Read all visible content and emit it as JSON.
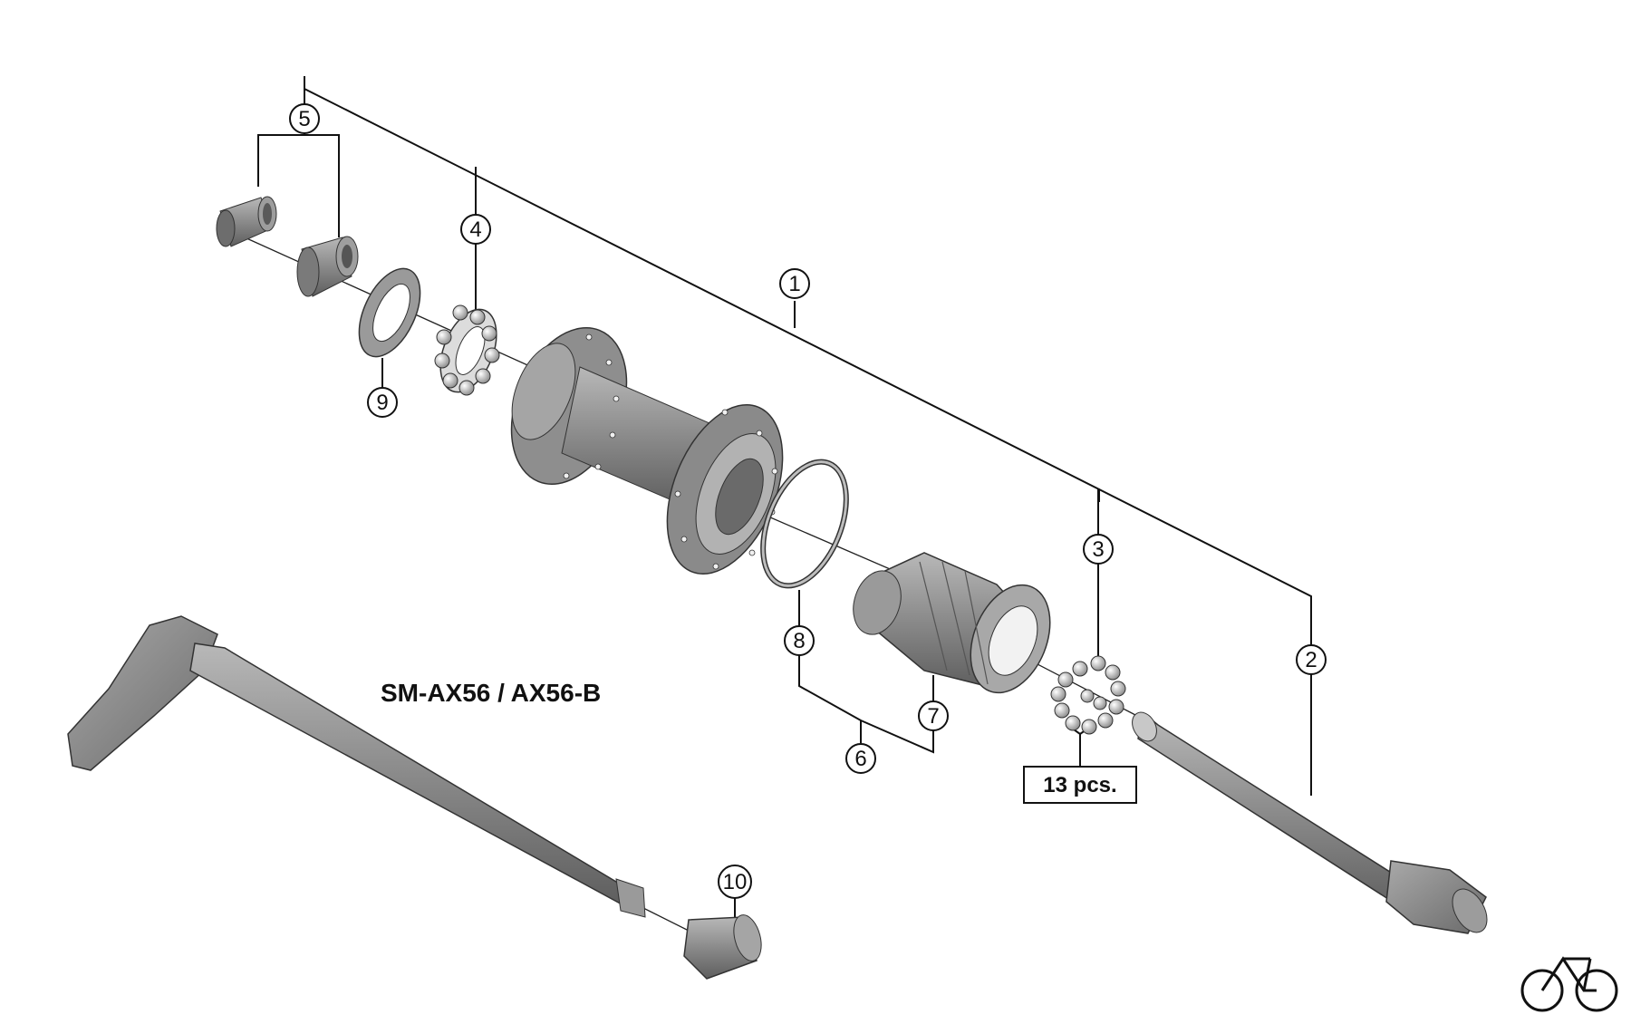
{
  "diagram": {
    "model_label": "SM-AX56 / AX56-B",
    "quantity_note": "13 pcs.",
    "callouts": [
      "1",
      "2",
      "3",
      "4",
      "5",
      "6",
      "7",
      "8",
      "9",
      "10"
    ],
    "logo_icon": "bicycle-icon",
    "part_color": "#8c8c8c",
    "line_color": "#111111"
  }
}
